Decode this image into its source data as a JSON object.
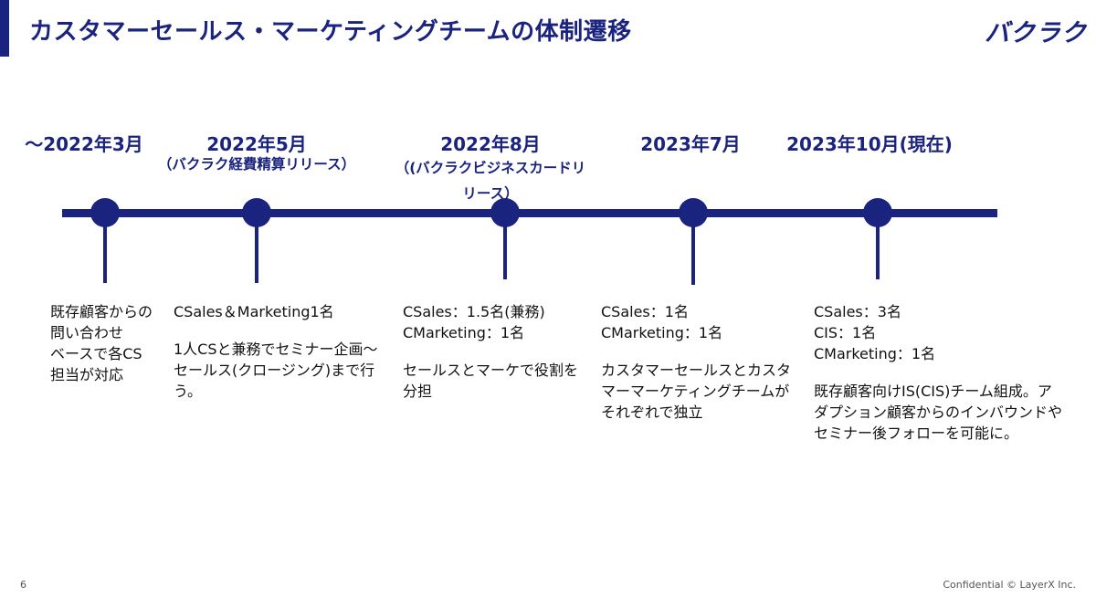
{
  "header": {
    "title": "カスタマーセールス・マーケティングチームの体制遷移",
    "logo": "バクラク"
  },
  "timeline": [
    {
      "date": "〜2022年3月",
      "sub": [],
      "lines": [
        "既存顧客からの",
        "問い合わせ",
        "ベースで各CS",
        "担当が対応"
      ],
      "desc": []
    },
    {
      "date": "2022年5月",
      "sub": [
        "（バクラク経費精算リリース）"
      ],
      "lines": [
        "CSales＆Marketing1名"
      ],
      "desc": [
        "1人CSと兼務でセミナー企画〜",
        "セールス(クロージング)まで行",
        "う。"
      ]
    },
    {
      "date": "2022年8月",
      "sub": [
        "（(バクラクビジネスカードリ",
        "リース）"
      ],
      "lines": [
        "CSales：1.5名(兼務)",
        "CMarketing：1名"
      ],
      "desc": [
        "セールスとマーケで役割を",
        "分担"
      ]
    },
    {
      "date": "2023年7月",
      "sub": [],
      "lines": [
        "CSales：1名",
        "CMarketing：1名"
      ],
      "desc": [
        "カスタマーセールスとカスタ",
        "マーマーケティングチームが",
        "それぞれで独立"
      ]
    },
    {
      "date": "2023年10月(現在)",
      "sub": [],
      "lines": [
        "CSales：3名",
        "CIS：1名",
        "CMarketing：1名"
      ],
      "desc": [
        "既存顧客向けIS(CIS)チーム組成。ア",
        "ダプション顧客からのインバウンドや",
        "セミナー後フォローを可能に。"
      ]
    }
  ],
  "footer": {
    "page": "6",
    "confidential": "Confidential © LayerX Inc."
  }
}
